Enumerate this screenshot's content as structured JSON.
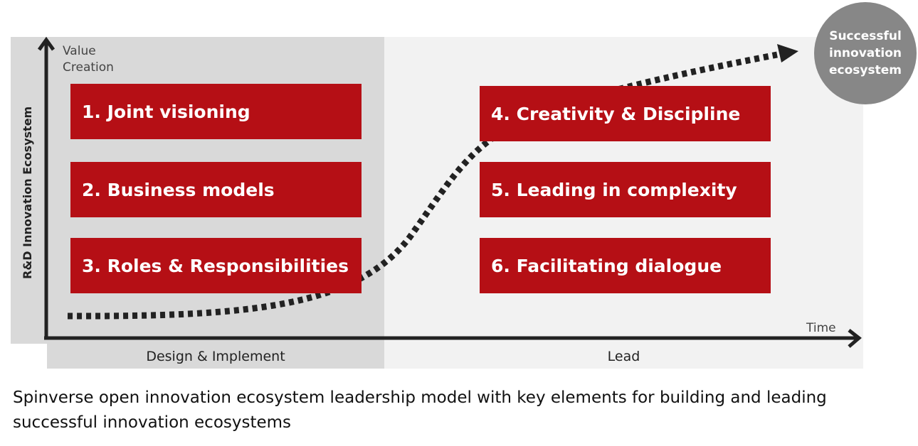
{
  "axes": {
    "y_label": "Value Creation",
    "y_title": "R&D Innovation Ecosystem",
    "x_label": "Time"
  },
  "phases": [
    {
      "label": "Design & Implement"
    },
    {
      "label": "Lead"
    }
  ],
  "boxes": [
    {
      "label": "1. Joint visioning"
    },
    {
      "label": "2. Business models"
    },
    {
      "label": "3. Roles & Responsibilities"
    },
    {
      "label": "4. Creativity & Discipline"
    },
    {
      "label": "5. Leading in complexity"
    },
    {
      "label": "6. Facilitating dialogue"
    }
  ],
  "goal": {
    "label": "Successful innovation ecosystem"
  },
  "caption": "Spinverse open innovation ecosystem leadership model with key elements for building and leading successful innovation ecosystems",
  "colors": {
    "box": "#b50f15",
    "goal_circle": "#878787",
    "phase_left": "#d9d9d9",
    "phase_right": "#f2f2f2"
  }
}
